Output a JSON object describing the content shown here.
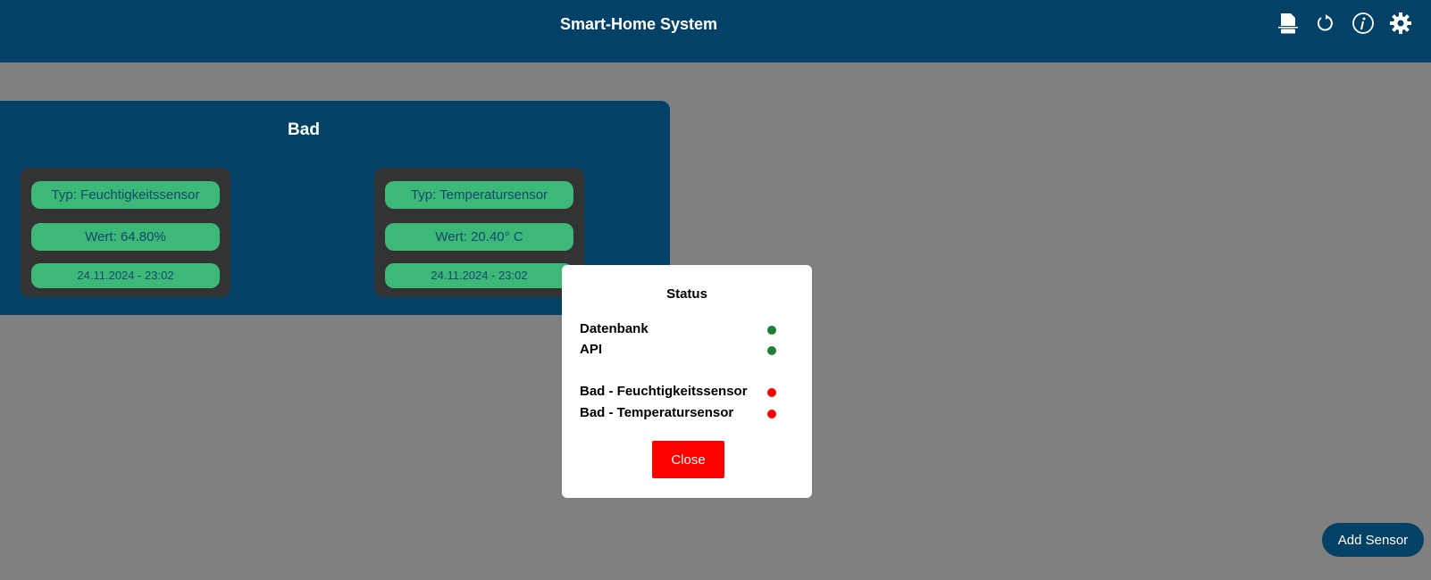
{
  "header": {
    "title": "Smart-Home System",
    "icons": [
      "document-icon",
      "refresh-icon",
      "info-icon",
      "gear-icon"
    ]
  },
  "room": {
    "name": "Bad",
    "sensors": [
      {
        "type": "Typ: Feuchtigkeitssensor",
        "value": "Wert: 64.80%",
        "timestamp": "24.11.2024 - 23:02"
      },
      {
        "type": "Typ: Temperatursensor",
        "value": "Wert: 20.40° C",
        "timestamp": "24.11.2024 - 23:02"
      }
    ]
  },
  "modal": {
    "title": "Status",
    "items": [
      {
        "label": "Datenbank",
        "status": "ok",
        "color": "#1e7e34"
      },
      {
        "label": "API",
        "status": "ok",
        "color": "#1e7e34"
      },
      {
        "label": "Bad - Feuchtigkeitssensor",
        "status": "error",
        "color": "#ff0000"
      },
      {
        "label": "Bad - Temperatursensor",
        "status": "error",
        "color": "#ff0000"
      }
    ],
    "close_label": "Close"
  },
  "add_sensor_label": "Add Sensor"
}
